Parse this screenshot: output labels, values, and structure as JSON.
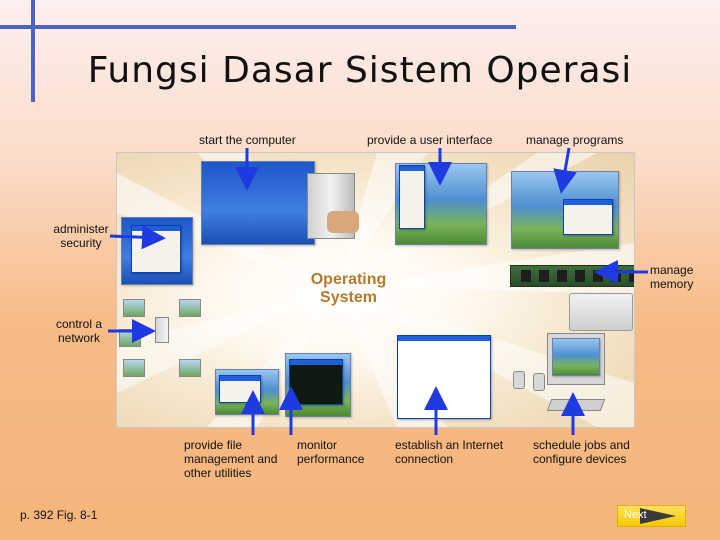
{
  "title": "Fungsi Dasar Sistem Operasi",
  "center_label": {
    "line1": "Operating",
    "line2": "System"
  },
  "labels": {
    "start_computer": "start the computer",
    "user_interface": "provide a user interface",
    "manage_programs": "manage programs",
    "administer_security": {
      "line1": "administer",
      "line2": "security"
    },
    "manage_memory": {
      "line1": "manage",
      "line2": "memory"
    },
    "control_network": {
      "line1": "control a",
      "line2": "network"
    },
    "file_management": {
      "line1": "provide file",
      "line2": "management and",
      "line3": "other utilities"
    },
    "monitor_performance": {
      "line1": "monitor",
      "line2": "performance"
    },
    "internet_connection": {
      "line1": "establish an Internet",
      "line2": "connection"
    },
    "schedule_jobs": {
      "line1": "schedule jobs and",
      "line2": "configure devices"
    }
  },
  "footer": {
    "reference": "p. 392 Fig. 8-1",
    "next_button": "Next"
  },
  "colors": {
    "decor_lines": "#4a63c4",
    "arrows": "#1f3ae0",
    "next_button": "#f5c800",
    "center_text": "#b47a2a"
  }
}
